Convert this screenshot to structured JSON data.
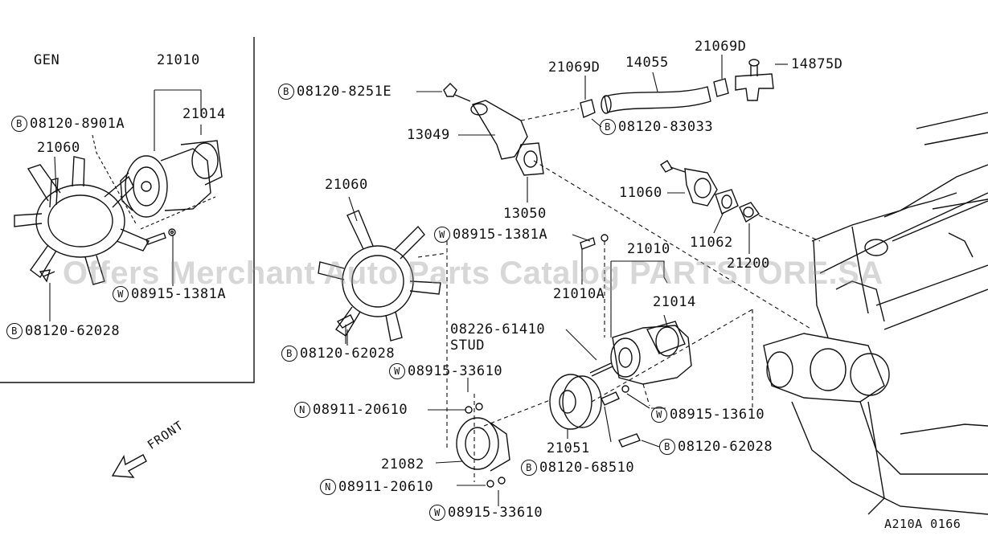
{
  "diagram": {
    "inset_label": "GEN",
    "front_label": "FRONT",
    "figure_code": "A210A 0166",
    "watermark": "Offers Merchant Auto Parts Catalog PARTSTORE.SA",
    "callouts": {
      "c21010a": "21010",
      "c21014a": "21014",
      "c08120_8901": "08120-8901A",
      "c21060a": "21060",
      "c08915_1381a": "08915-1381A",
      "c08120_62028a": "08120-62028",
      "c08120_8251": "08120-8251E",
      "c13049": "13049",
      "c13050": "13050",
      "c21069d_a": "21069D",
      "c14055": "14055",
      "c21069d_b": "21069D",
      "c14875d": "14875D",
      "c08120_83033": "08120-83033",
      "c11060": "11060",
      "c11062": "11062",
      "c21200": "21200",
      "c21060b": "21060",
      "c08915_1381b": "08915-1381A",
      "c21010b": "21010",
      "c21010A": "21010A",
      "c21014b": "21014",
      "c08120_62028b": "08120-62028",
      "c08226": "08226-61410",
      "c_stud": "STUD",
      "c08915_33610a": "08915-33610",
      "c08911_20610a": "08911-20610",
      "c08915_13610": "08915-13610",
      "c21051": "21051",
      "c08120_62028c": "08120-62028",
      "c21082": "21082",
      "c08120_68510": "08120-68510",
      "c08911_20610b": "08911-20610",
      "c08915_33610b": "08915-33610"
    },
    "markers": {
      "bolt": "B",
      "washer": "W",
      "nut": "N"
    },
    "line_color": "#111111",
    "watermark_color": "#969696"
  }
}
